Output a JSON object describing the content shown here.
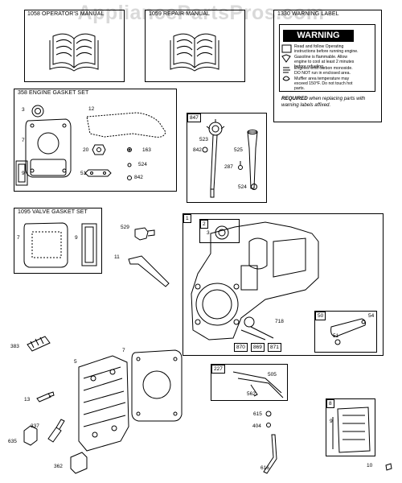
{
  "watermark": "AppliancePartsPros.com",
  "boxes": {
    "operators_manual": "1058 OPERATOR'S MANUAL",
    "repair_manual": "1059 REPAIR MANUAL",
    "warning_label": "1330 WARNING LABEL",
    "engine_gasket_set": "358 ENGINE GASKET SET",
    "valve_gasket_set": "1095 VALVE GASKET SET"
  },
  "warning": {
    "header": "WARNING",
    "lines": [
      "Read and follow Operating instructions before running engine.",
      "Gasoline is flammable. Allow engine to cool at least 2 minutes before refueling.",
      "Engines emit carbon monoxide. DO NOT run in enclosed area.",
      "Muffler area temperature may exceed 150°F. Do not touch hot parts."
    ],
    "required_bold": "REQUIRED",
    "required_rest": "when replacing parts with warning labels affixed."
  },
  "part_numbers": {
    "p3a": "3",
    "p12": "12",
    "p7a": "7",
    "p20": "20",
    "p163": "163",
    "p9a": "9",
    "p524a": "524",
    "p51a": "51",
    "p842a": "842",
    "p847": "847",
    "p523": "523",
    "p842b": "842",
    "p525": "525",
    "p287": "287",
    "p524b": "524",
    "p7b": "7",
    "p9b": "9",
    "p529": "529",
    "p11": "11",
    "p1": "1",
    "p2": "2",
    "p3b": "3",
    "p718": "718",
    "p870": "870",
    "p869": "869",
    "p871": "871",
    "p50": "50",
    "p54": "54",
    "p51b": "51",
    "p383": "383",
    "p5": "5",
    "p7c": "7",
    "p13": "13",
    "p337": "337",
    "p635": "635",
    "p362": "362",
    "p227": "227",
    "p505": "505",
    "p562": "562",
    "p615": "615",
    "p404": "404",
    "p616": "616",
    "p8": "8",
    "p9c": "9",
    "p10": "10"
  }
}
